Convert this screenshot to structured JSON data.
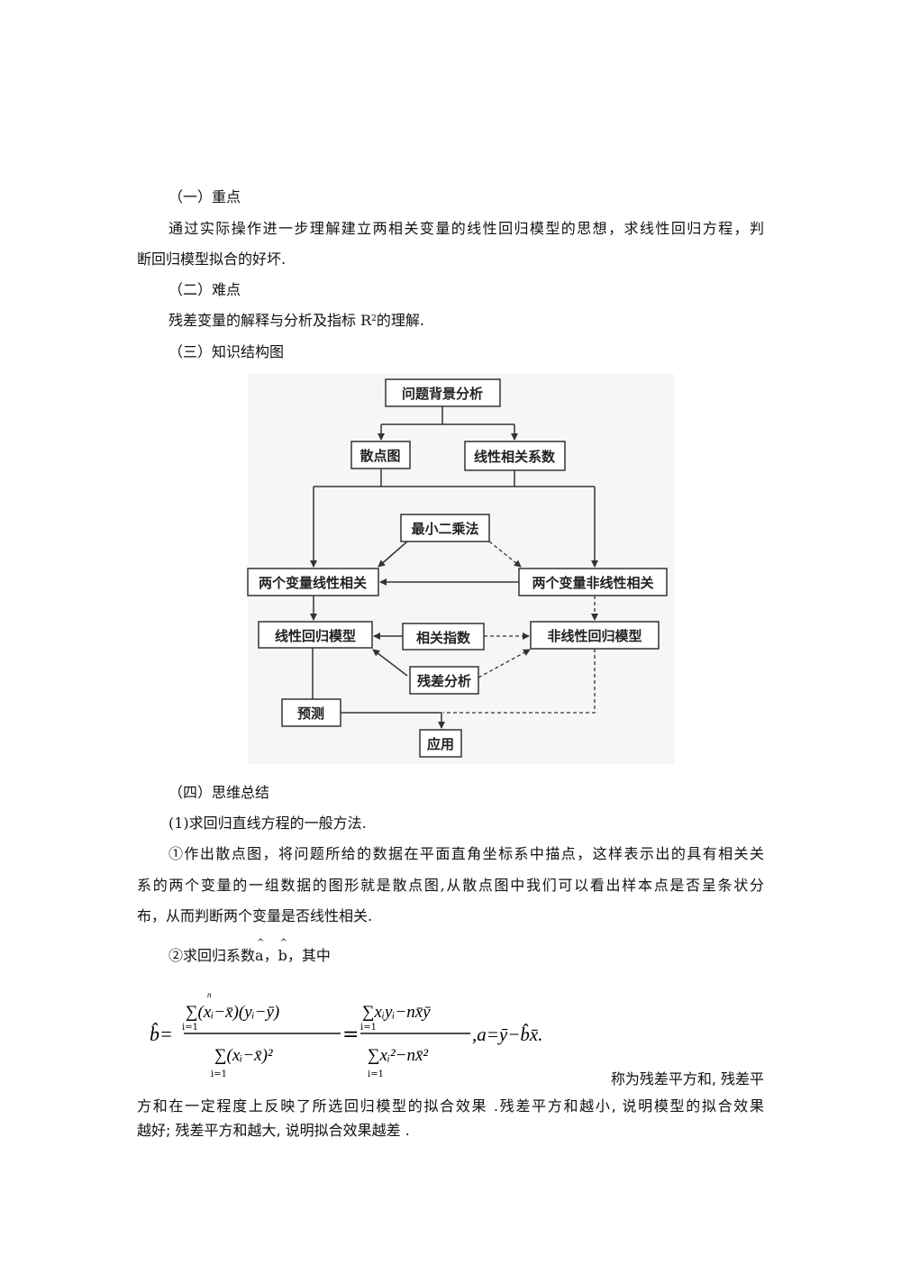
{
  "section1": {
    "heading": "（一）重点",
    "line1": "通过实际操作进一步理解建立两相关变量的线性回归模型的思想，求线性回归方程，判",
    "line2": "断回归模型拟合的好坏."
  },
  "section2": {
    "heading": "（二）难点",
    "text_before": "残差变量的解释与分析及指标 R",
    "sup": "2",
    "text_after": "的理解."
  },
  "section3": {
    "heading": "（三）知识结构图"
  },
  "diagram": {
    "nodes": {
      "background": "问题背景分析",
      "scatter": "散点图",
      "corr_coef": "线性相关系数",
      "least_squares": "最小二乘法",
      "linear_corr": "两个变量线性相关",
      "nonlinear_corr": "两个变量非线性相关",
      "linear_model": "线性回归模型",
      "corr_index": "相关指数",
      "nonlinear_model": "非线性回归模型",
      "residual": "残差分析",
      "predict": "预测",
      "apply": "应用"
    }
  },
  "section4": {
    "heading": "（四）思维总结",
    "item1": "(1)求回归直线方程的一般方法.",
    "step1_line1": "①作出散点图，将问题所给的数据在平面直角坐标系中描点，这样表示出的具有相关关",
    "step1_line2": "系的两个变量的一组数据的图形就是散点图,从散点图中我们可以看出样本点是否呈条状分",
    "step1_line3": "布，从而判断两个变量是否线性相关.",
    "step2_prefix": "②求回归系数",
    "step2_a": "a",
    "step2_sep": "，",
    "step2_b": "b",
    "step2_suffix": "，其中",
    "formula": {
      "lhs": "b̂=",
      "num1": "∑(xᵢ−x̄)(yᵢ−ȳ)",
      "den1": "∑(xᵢ−x̄)²",
      "eq": "=",
      "num2": "∑xᵢyᵢ−nx̄ȳ",
      "den2": "∑xᵢ²−nx̄²",
      "tail": ",a=ȳ−b̂x̄.",
      "upper": "n",
      "lower": "i=1"
    },
    "residual_line1": "称为残差平方和, 残差平",
    "residual_line2": "方和在一定程度上反映了所选回归模型的拟合效果 .残差平方和越小, 说明模型的拟合效果",
    "residual_line3": "越好; 残差平方和越大, 说明拟合效果越差 ."
  }
}
